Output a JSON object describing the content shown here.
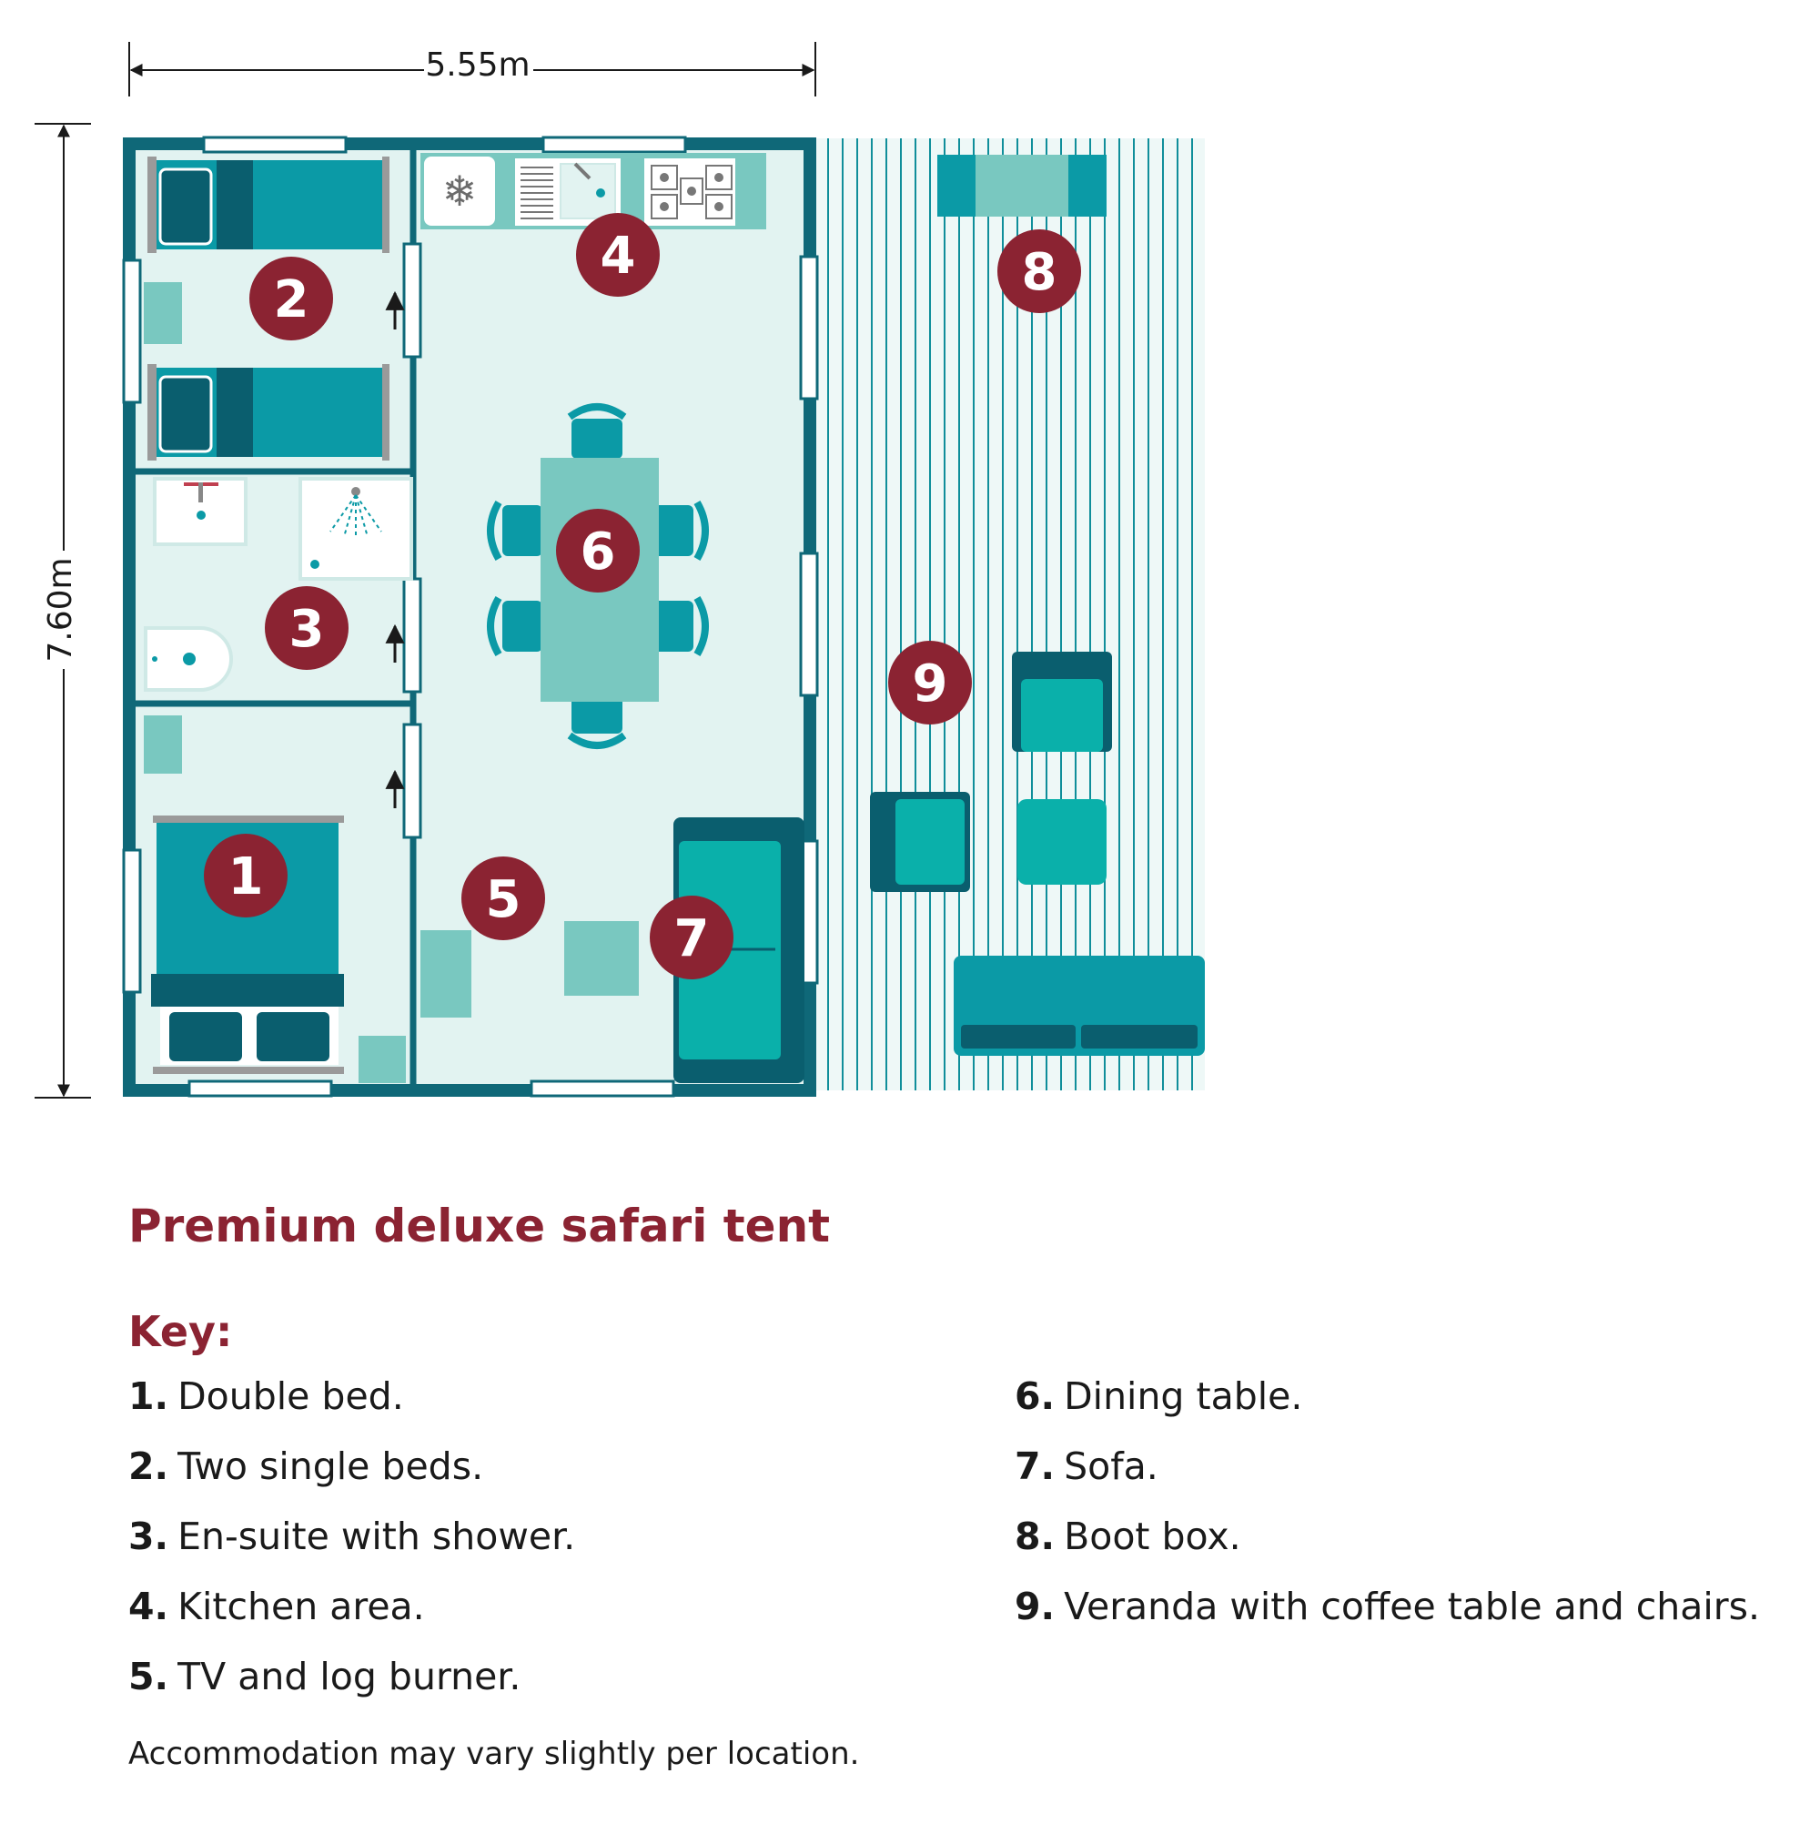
{
  "dimensions": {
    "width": "5.55m",
    "height": "7.60m"
  },
  "markers": [
    "1",
    "2",
    "3",
    "4",
    "5",
    "6",
    "7",
    "8",
    "9"
  ],
  "title": "Premium deluxe safari tent",
  "key": {
    "heading": "Key:",
    "left": [
      {
        "num": "1.",
        "text": "Double bed."
      },
      {
        "num": "2.",
        "text": "Two single beds."
      },
      {
        "num": "3.",
        "text": "En-suite with shower."
      },
      {
        "num": "4.",
        "text": "Kitchen area."
      },
      {
        "num": "5.",
        "text": "TV and log burner."
      }
    ],
    "right": [
      {
        "num": "6.",
        "text": "Dining table."
      },
      {
        "num": "7.",
        "text": "Sofa."
      },
      {
        "num": "8.",
        "text": "Boot box."
      },
      {
        "num": "9.",
        "text": "Veranda with coffee table and chairs."
      }
    ]
  },
  "footnote": "Accommodation may vary slightly per location.",
  "colors": {
    "wall": "#0f6878",
    "floor": "#e2f3f1",
    "furniture": "#0b9aa6",
    "furniture_dark": "#0a5e6e",
    "accent_light": "#79c8c0",
    "marker": "#8b2332",
    "deck_line": "#0f8e9a",
    "title": "#8b2332"
  }
}
